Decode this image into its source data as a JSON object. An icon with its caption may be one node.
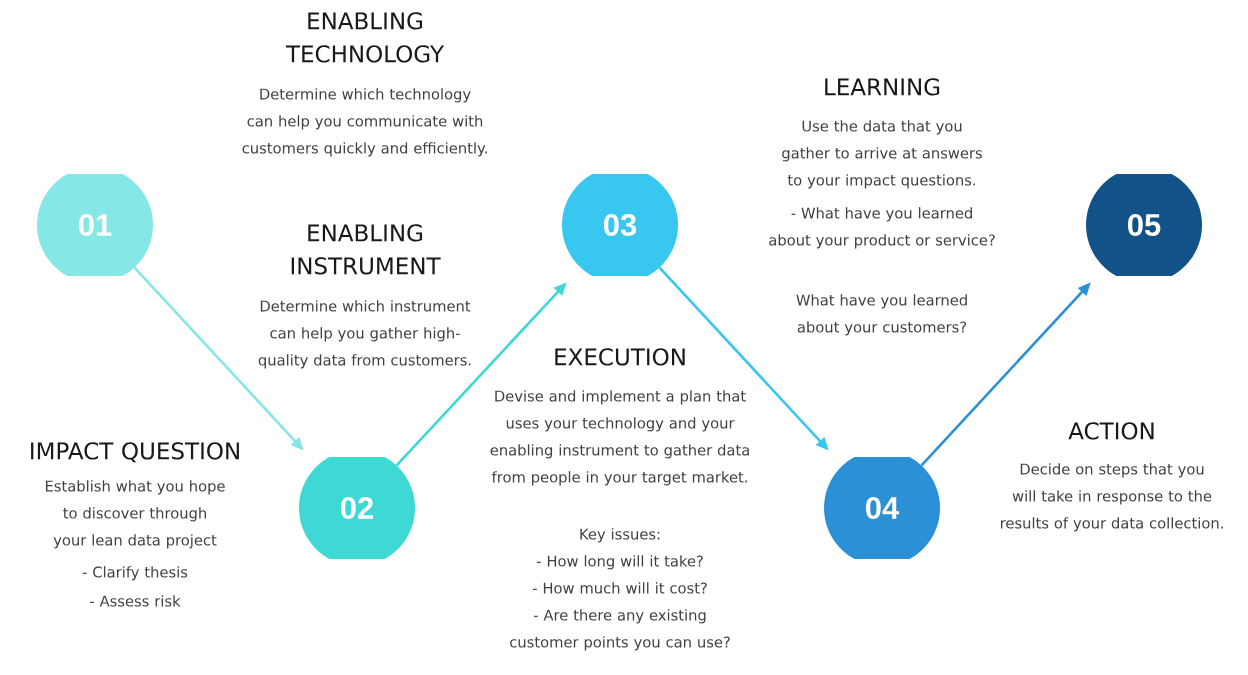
{
  "diagram": {
    "nodes": [
      {
        "text": [
          "01"
        ]
      },
      {
        "text": [
          "02"
        ]
      },
      {
        "text": [
          "03"
        ]
      },
      {
        "text": [
          "04"
        ]
      },
      {
        "text": [
          "05"
        ]
      }
    ],
    "edges": [
      {
        "from": 0,
        "to": 1,
        "arrow": "to",
        "color": "#84e6e6"
      },
      {
        "from": 1,
        "to": 2,
        "arrow": "to",
        "color": "#3dd8d4"
      },
      {
        "from": 2,
        "to": 3,
        "arrow": "to",
        "color": "#38c6ee"
      },
      {
        "from": 3,
        "to": 4,
        "arrow": "to",
        "color": "#2b90d6"
      }
    ],
    "labels": [
      "ENABLING TECHNOLOGY",
      "Determine which technology can help you communicate with customers quickly and efficiently.",
      "LEARNING",
      "Use the data that you gather to arrive at answers to your impact questions.",
      "- What have you learned about your product or service?",
      "What have you learned about your customers?",
      "ENABLING INSTRUMENT",
      "Determine which instrument can help you gather high-quality data from customers.",
      "EXECUTION",
      "Devise and implement a plan that uses your technology and your enabling instrument to gather data from people in your target market.",
      "Key issues:",
      "- How long will it take?",
      "- How much will it cost?",
      "- Are there any existing customer points you can use?",
      "IMPACT QUESTION",
      "Establish what you hope to discover through your lean data project",
      "- Clarify thesis",
      "- Assess risk",
      "ACTION",
      "Decide on steps that you will take in response to the results of your data collection."
    ]
  }
}
